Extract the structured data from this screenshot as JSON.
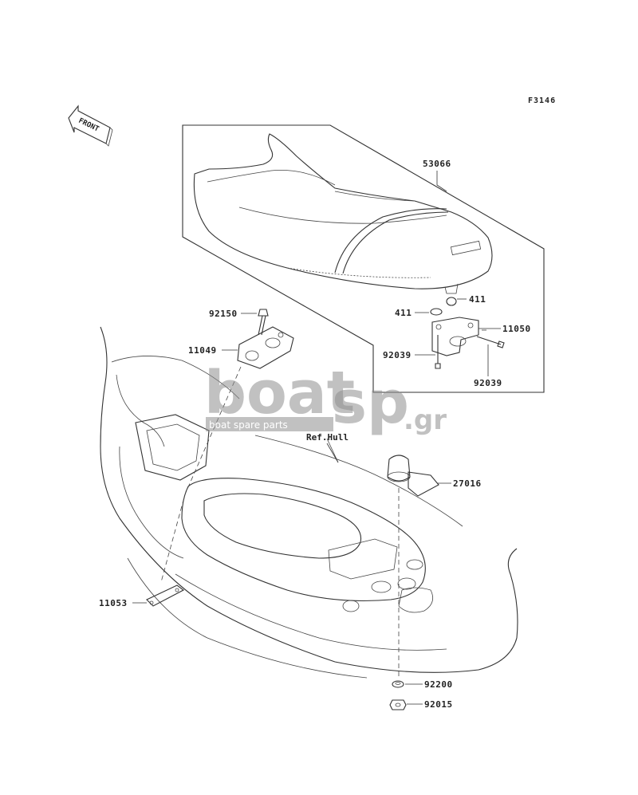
{
  "figure_code": "F3146",
  "front_indicator": "FRONT",
  "watermark": {
    "main": "boat",
    "accent": "sp",
    "tld": ".gr",
    "tagline": "boat spare parts"
  },
  "reference_label": "Ref.Hull",
  "parts": [
    {
      "number": "53066"
    },
    {
      "number": "411"
    },
    {
      "number": "411"
    },
    {
      "number": "11050"
    },
    {
      "number": "92039"
    },
    {
      "number": "92039"
    },
    {
      "number": "92150"
    },
    {
      "number": "11049"
    },
    {
      "number": "27016"
    },
    {
      "number": "11053"
    },
    {
      "number": "92200"
    },
    {
      "number": "92015"
    }
  ]
}
